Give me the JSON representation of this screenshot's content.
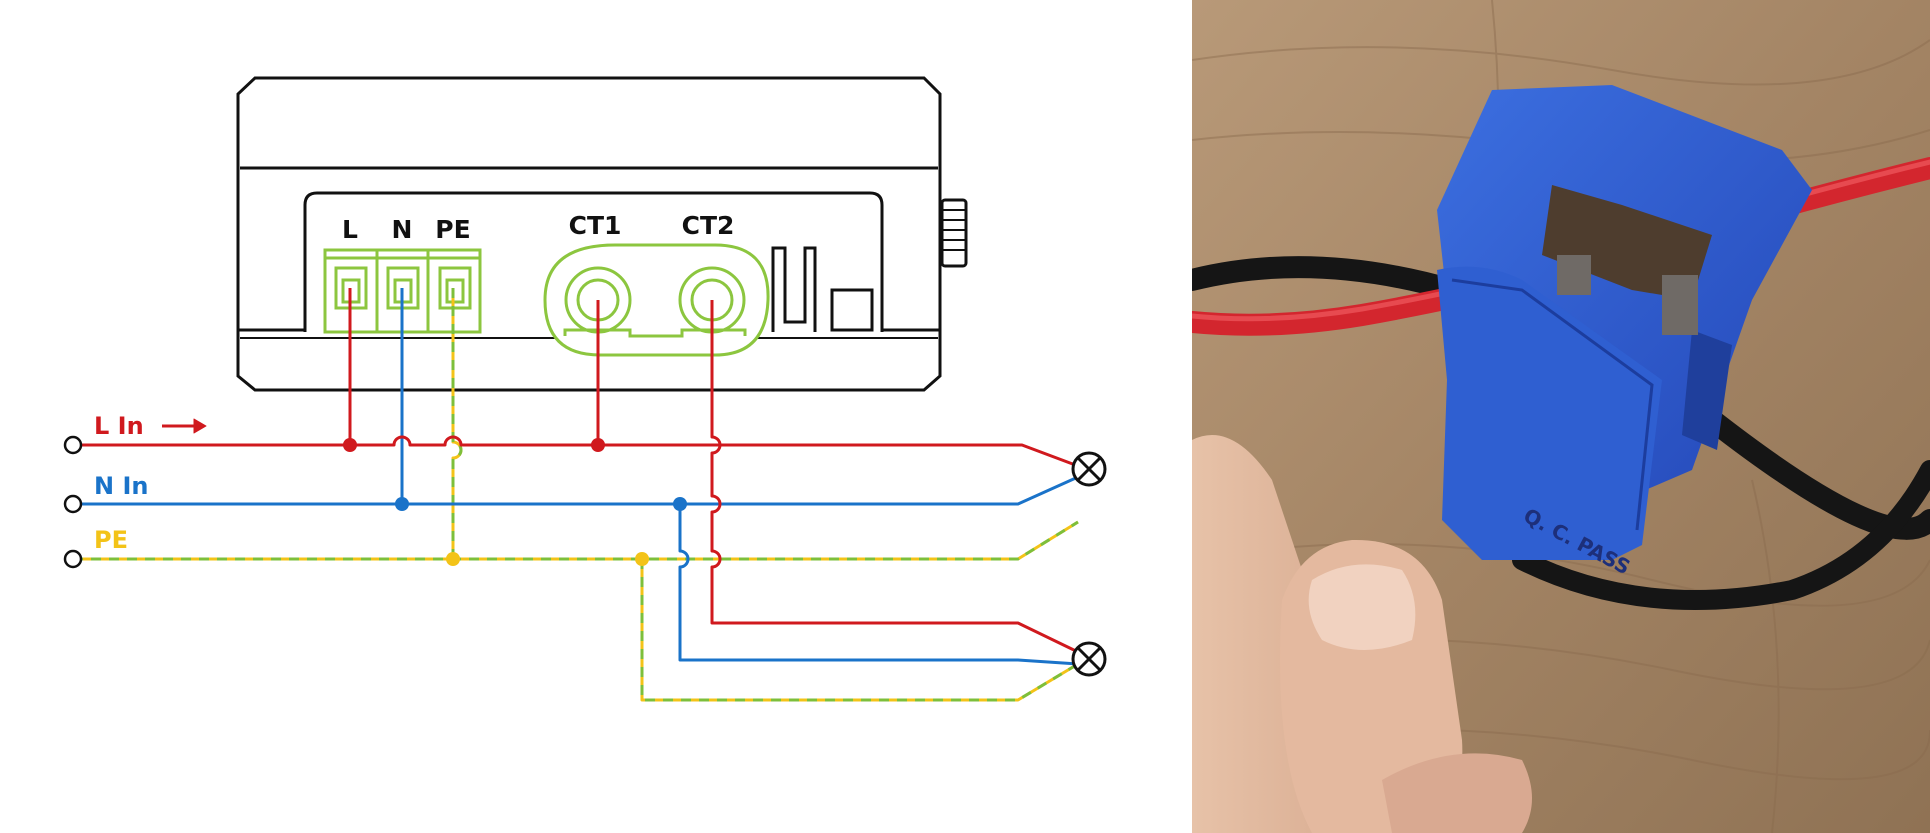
{
  "device": {
    "terminal_labels": {
      "l": "L",
      "n": "N",
      "pe": "PE",
      "ct1": "CT1",
      "ct2": "CT2"
    }
  },
  "wires": {
    "l_in": "L In",
    "n_in": "N In",
    "pe": "PE"
  },
  "colors": {
    "line": "#d0191e",
    "neutral": "#1a73c9",
    "earth_yellow": "#f3c318",
    "earth_green": "#7dbf3b",
    "terminal_green": "#8cc63f",
    "outline": "#111111",
    "ct_body": "#2f5fd1"
  },
  "photo": {
    "ct_marking": "Q. C. PASS"
  }
}
